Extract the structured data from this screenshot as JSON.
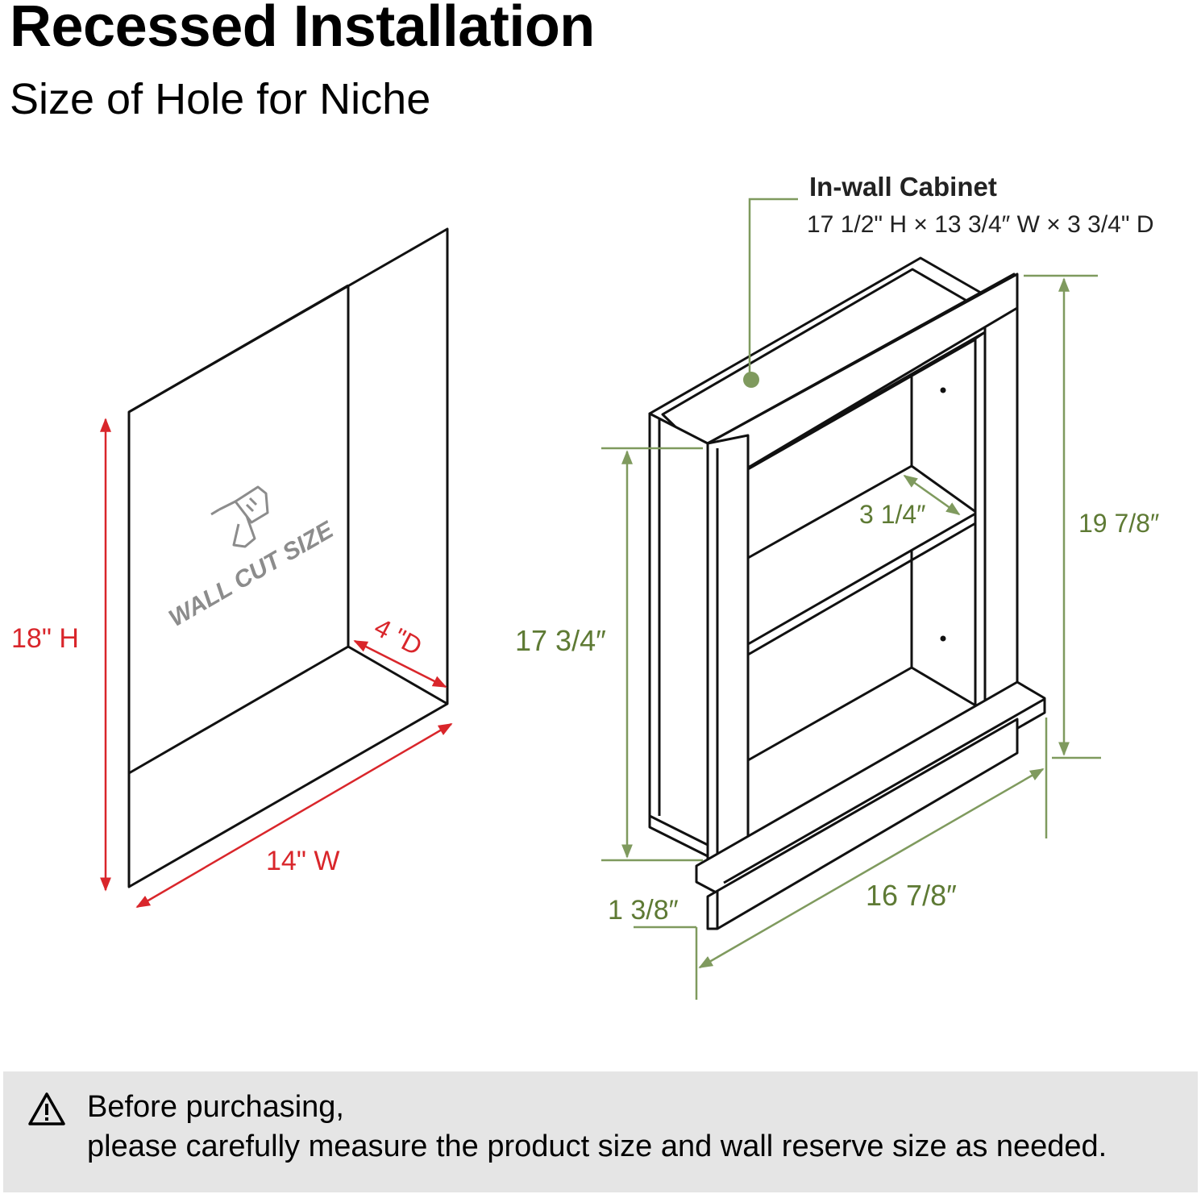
{
  "header": {
    "title": "Recessed Installation",
    "subtitle": "Size of Hole for Niche"
  },
  "wall_cut": {
    "watermark_text": "WALL CUT SIZE",
    "height_label": "18\" H",
    "width_label": "14\" W",
    "depth_label": "4 \"D",
    "dimension_color": "#d9262b"
  },
  "cabinet": {
    "callout_title": "In-wall Cabinet",
    "callout_size": "17 1/2\" H × 13 3/4″  W × 3 3/4\" D",
    "overall_height_label": "19 7/8″",
    "inner_height_label": "17 3/4″",
    "shelf_depth_label": "3 1/4″",
    "overall_width_label": "16 7/8″",
    "flange_label": "1 3/8″",
    "dimension_color": "#7f9a5e"
  },
  "note": {
    "icon": "warning-triangle-icon",
    "line1": "Before purchasing,",
    "line2": "please carefully measure the product size and wall reserve size as needed."
  }
}
